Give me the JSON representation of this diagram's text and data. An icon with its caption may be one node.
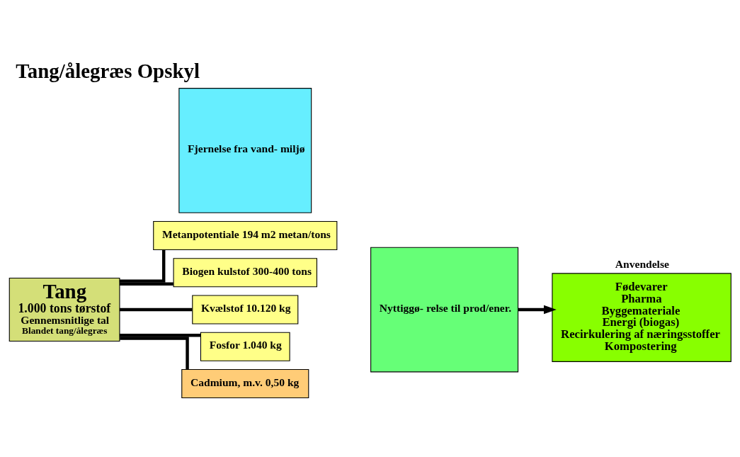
{
  "diagram": {
    "title": "Tang/ålegræs Opskyl",
    "nodes": [
      {
        "text": [
          "Tang",
          "1.000 tons tørstof",
          "Gennemsnitlige tal",
          "Blandet tang/ålegræs"
        ]
      },
      {
        "text": [
          "Fjernelse fra vand- miljø"
        ]
      },
      {
        "text": [
          "Nyttiggø- relse til prod/ener."
        ]
      },
      {
        "text": [
          "Metanpotentiale 194 m2 metan/tons"
        ]
      },
      {
        "text": [
          "Biogen kulstof 300-400 tons"
        ]
      },
      {
        "text": [
          "Kvælstof 10.120 kg"
        ]
      },
      {
        "text": [
          "Fosfor 1.040 kg"
        ]
      },
      {
        "text": [
          "Cadmium, m.v. 0,50 kg"
        ]
      },
      {
        "text": [
          "Anvendelse",
          "Fødevarer",
          "Pharma",
          "Byggemateriale",
          "Energi (biogas)",
          "Recirkulering af næringsstoffer",
          "Kompostering"
        ]
      }
    ],
    "edges": [
      {
        "from": 0,
        "to": 3,
        "arrow": "none"
      },
      {
        "from": 0,
        "to": 4,
        "arrow": "none"
      },
      {
        "from": 0,
        "to": 5,
        "arrow": "none"
      },
      {
        "from": 0,
        "to": 6,
        "arrow": "none"
      },
      {
        "from": 0,
        "to": 7,
        "arrow": "none"
      },
      {
        "from": 2,
        "to": 8,
        "arrow": "to"
      }
    ]
  }
}
